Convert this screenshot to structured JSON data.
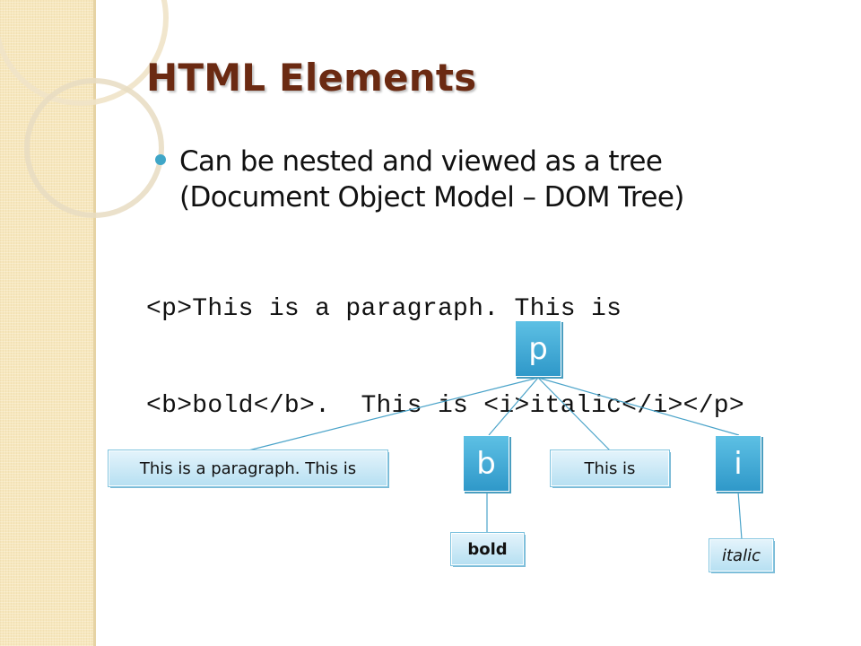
{
  "slide": {
    "title": "HTML Elements",
    "bullet": {
      "lines": [
        "Can be nested and viewed as a tree",
        "(Document Object Model – DOM Tree)"
      ]
    },
    "code": {
      "lines": [
        "<p>This is a paragraph. This is",
        "<b>bold</b>.  This is <i>italic</i></p>"
      ]
    }
  },
  "tree": {
    "nodes": {
      "p": "p",
      "b": "b",
      "i": "i"
    },
    "leaves": {
      "paragraph_text": "This is a paragraph. This is",
      "this_is_text": "This is",
      "bold_text": "bold",
      "italic_text": "italic"
    }
  },
  "colors": {
    "title": "#6b2a12",
    "accent": "#3fa6c7",
    "node_fill": "#3aa5d2",
    "leaf_fill": "#cdeaf6",
    "edge": "#4aa3c9",
    "side_strip": "#f7e7bd"
  }
}
